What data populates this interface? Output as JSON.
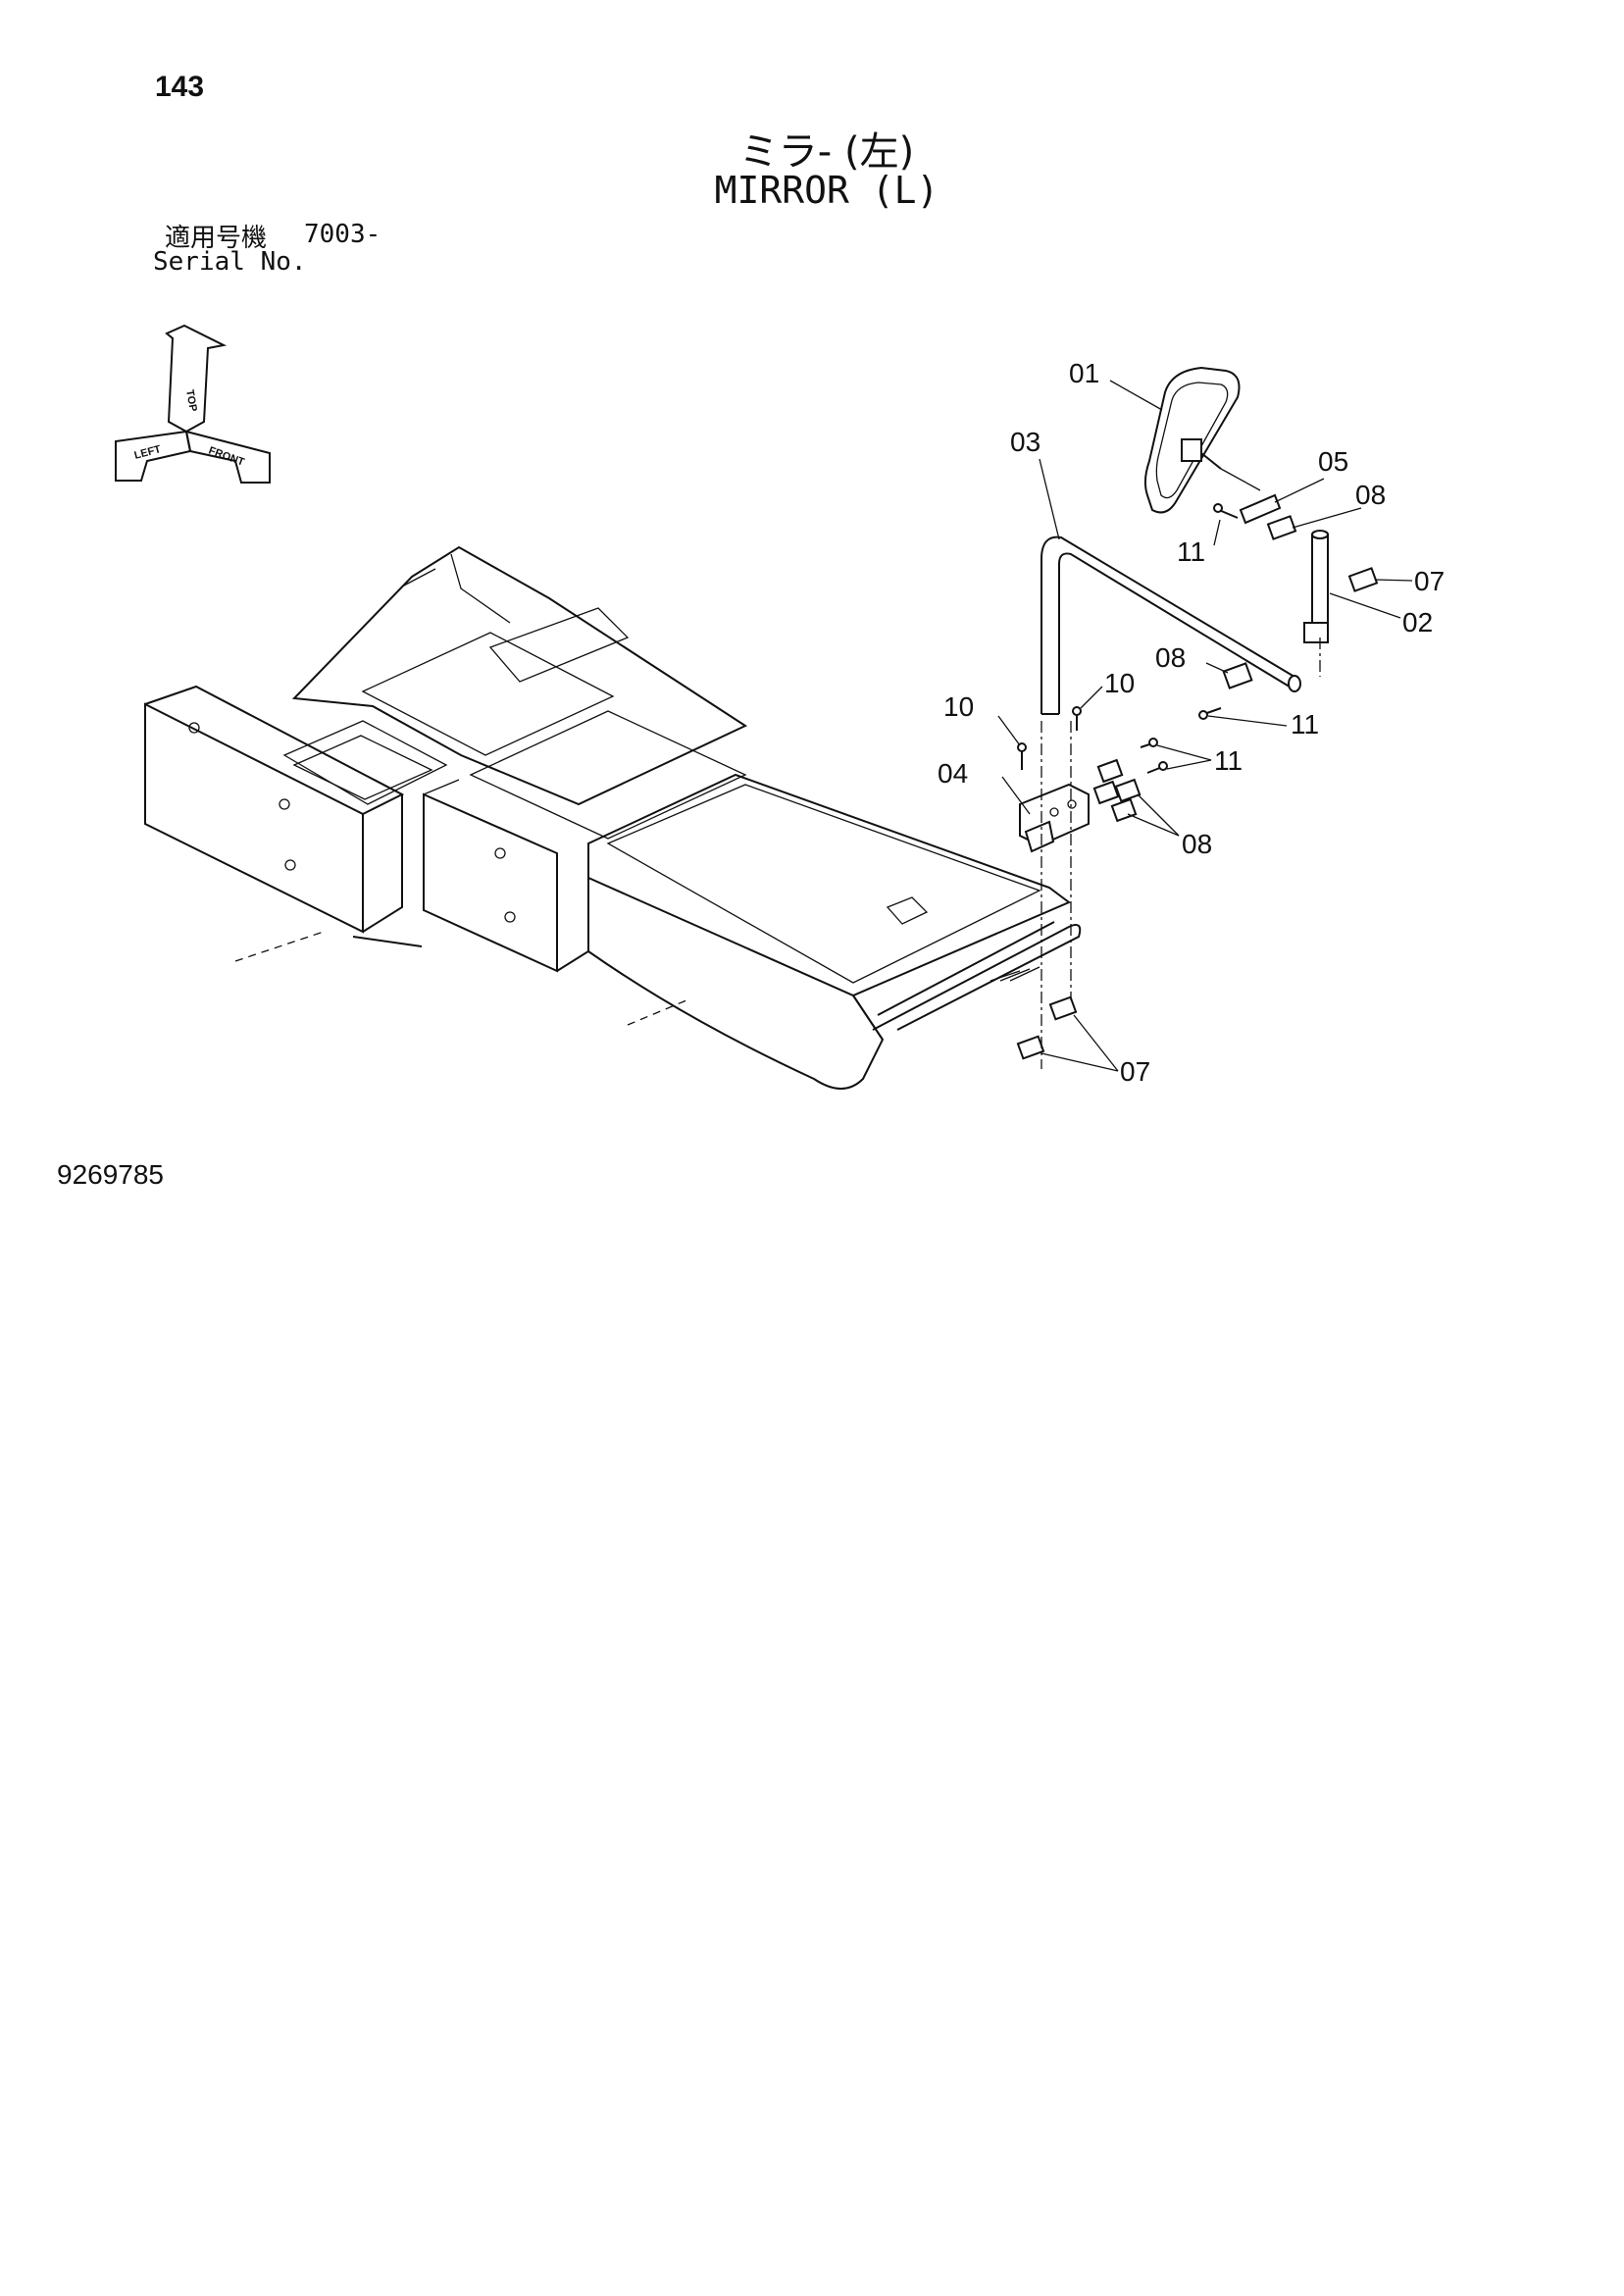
{
  "page_number": "143",
  "title_jp": "ミラ- (左)",
  "title_en": "MIRROR (L)",
  "serial": {
    "label_jp": "適用号機",
    "label_en": "Serial No.",
    "value": "7003-"
  },
  "orientation_labels": {
    "up": "TOP",
    "left": "LEFT",
    "front": "FRONT"
  },
  "callouts": {
    "c01": "01",
    "c02": "02",
    "c03": "03",
    "c04": "04",
    "c05": "05",
    "c07a": "07",
    "c07b": "07",
    "c08a": "08",
    "c08b": "08",
    "c08c": "08",
    "c10a": "10",
    "c10b": "10",
    "c11a": "11",
    "c11b": "11",
    "c11c": "11"
  },
  "drawing_number": "9269785"
}
